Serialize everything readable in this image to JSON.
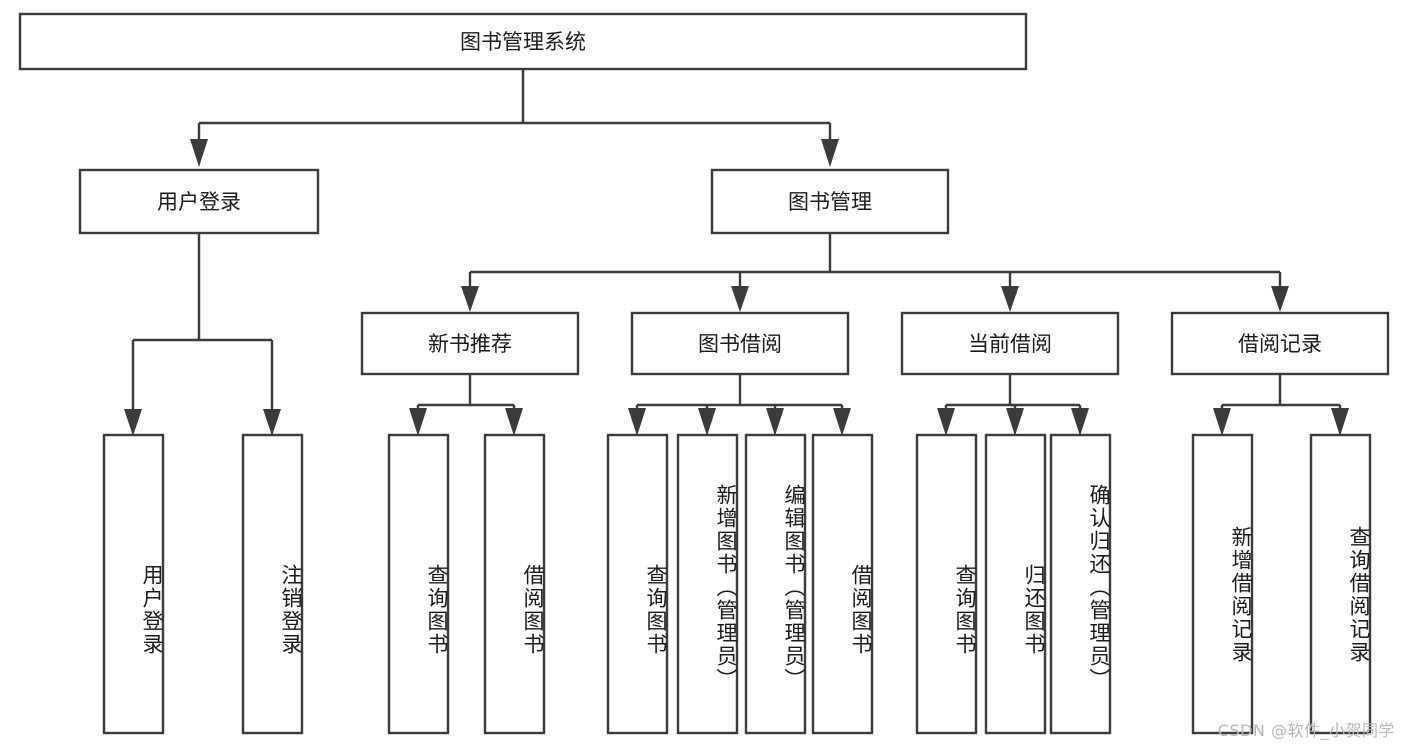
{
  "diagram": {
    "title": "图书管理系统",
    "type": "tree-hierarchy-chart",
    "root": {
      "label": "图书管理系统"
    },
    "level2": [
      {
        "label": "用户登录"
      },
      {
        "label": "图书管理"
      }
    ],
    "level3": [
      {
        "label": "新书推荐"
      },
      {
        "label": "图书借阅"
      },
      {
        "label": "当前借阅"
      },
      {
        "label": "借阅记录"
      }
    ],
    "leaves": {
      "user_login": [
        {
          "label": "用户登录"
        },
        {
          "label": "注销登录"
        }
      ],
      "new_book_recommend": [
        {
          "label": "查询图书"
        },
        {
          "label": "借阅图书"
        }
      ],
      "book_borrow": [
        {
          "label": "查询图书"
        },
        {
          "label": "新增图书（管理员）"
        },
        {
          "label": "编辑图书（管理员）"
        },
        {
          "label": "借阅图书"
        }
      ],
      "current_borrow": [
        {
          "label": "查询图书"
        },
        {
          "label": "归还图书"
        },
        {
          "label": "确认归还（管理员）"
        }
      ],
      "borrow_record": [
        {
          "label": "新增借阅记录"
        },
        {
          "label": "查询借阅记录"
        }
      ]
    },
    "watermark": "CSDN @软件_小贺同学",
    "colors": {
      "stroke": "#3b3b3b",
      "fill": "#ffffff",
      "text": "#1b1b1b",
      "watermark": "#b8b8b8",
      "background": "#ffffff"
    }
  }
}
